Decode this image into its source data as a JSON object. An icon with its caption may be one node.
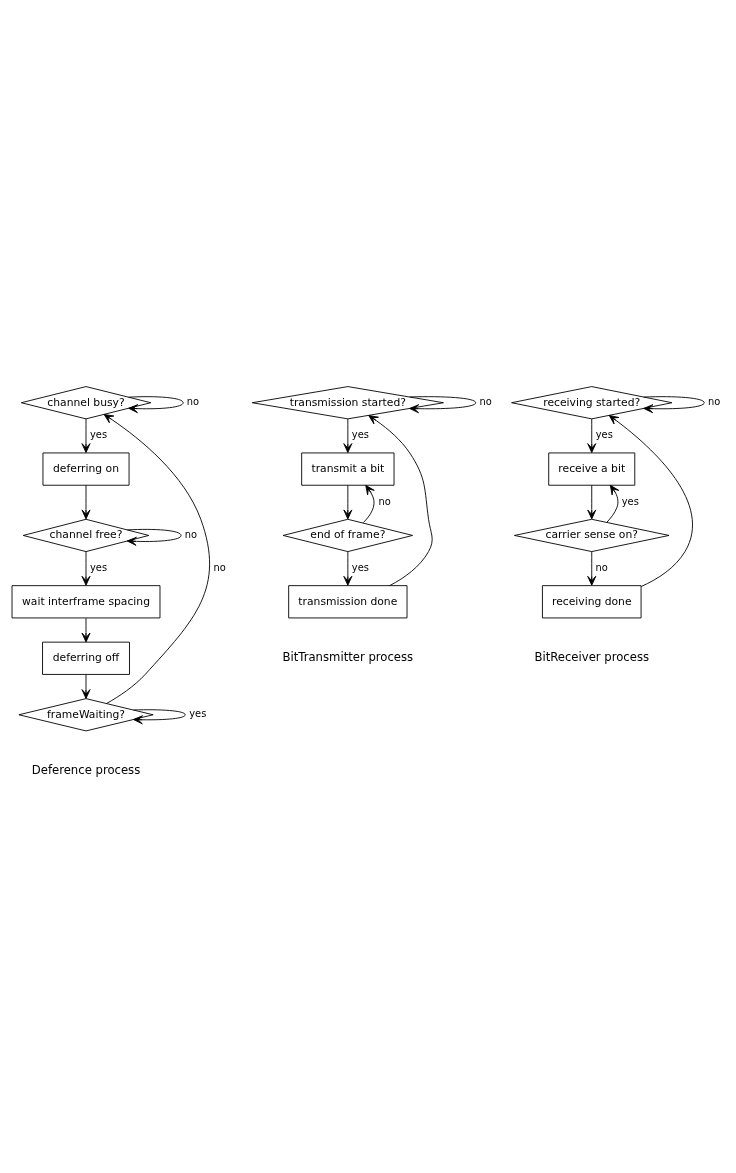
{
  "diagram": {
    "nodes": [
      {
        "text": [
          "channel busy?"
        ]
      },
      {
        "text": [
          "deferring on"
        ]
      },
      {
        "text": [
          "channel free?"
        ]
      },
      {
        "text": [
          "wait interframe spacing"
        ]
      },
      {
        "text": [
          "deferring off"
        ]
      },
      {
        "text": [
          "frameWaiting?"
        ]
      },
      {
        "text": [
          "transmission started?"
        ]
      },
      {
        "text": [
          "transmit a bit"
        ]
      },
      {
        "text": [
          "end of frame?"
        ]
      },
      {
        "text": [
          "transmission done"
        ]
      },
      {
        "text": [
          "receiving started?"
        ]
      },
      {
        "text": [
          "receive a bit"
        ]
      },
      {
        "text": [
          "carrier sense on?"
        ]
      },
      {
        "text": [
          "receiving done"
        ]
      }
    ],
    "edges": [
      {
        "from": 0,
        "to": 0,
        "arrow": "to",
        "label": "no"
      },
      {
        "from": 0,
        "to": 1,
        "arrow": "to",
        "label": "yes"
      },
      {
        "from": 1,
        "to": 2,
        "arrow": "to"
      },
      {
        "from": 2,
        "to": 2,
        "arrow": "to",
        "label": "no"
      },
      {
        "from": 2,
        "to": 3,
        "arrow": "to",
        "label": "yes"
      },
      {
        "from": 3,
        "to": 4,
        "arrow": "to"
      },
      {
        "from": 4,
        "to": 5,
        "arrow": "to"
      },
      {
        "from": 5,
        "to": 5,
        "arrow": "to",
        "label": "yes"
      },
      {
        "from": 5,
        "to": 0,
        "arrow": "to",
        "label": "no"
      },
      {
        "from": 6,
        "to": 6,
        "arrow": "to",
        "label": "no"
      },
      {
        "from": 6,
        "to": 7,
        "arrow": "to",
        "label": "yes"
      },
      {
        "from": 7,
        "to": 8,
        "arrow": "to"
      },
      {
        "from": 8,
        "to": 7,
        "arrow": "to",
        "label": "no"
      },
      {
        "from": 8,
        "to": 9,
        "arrow": "to",
        "label": "yes"
      },
      {
        "from": 9,
        "to": 6,
        "arrow": "to"
      },
      {
        "from": 10,
        "to": 10,
        "arrow": "to",
        "label": "no"
      },
      {
        "from": 10,
        "to": 11,
        "arrow": "to",
        "label": "yes"
      },
      {
        "from": 11,
        "to": 12,
        "arrow": "to"
      },
      {
        "from": 12,
        "to": 11,
        "arrow": "to",
        "label": "yes"
      },
      {
        "from": 12,
        "to": 13,
        "arrow": "to",
        "label": "no"
      },
      {
        "from": 13,
        "to": 10,
        "arrow": "to"
      }
    ],
    "labels": [
      "Deference process",
      "BitTransmitter process",
      "BitReceiver process"
    ]
  }
}
